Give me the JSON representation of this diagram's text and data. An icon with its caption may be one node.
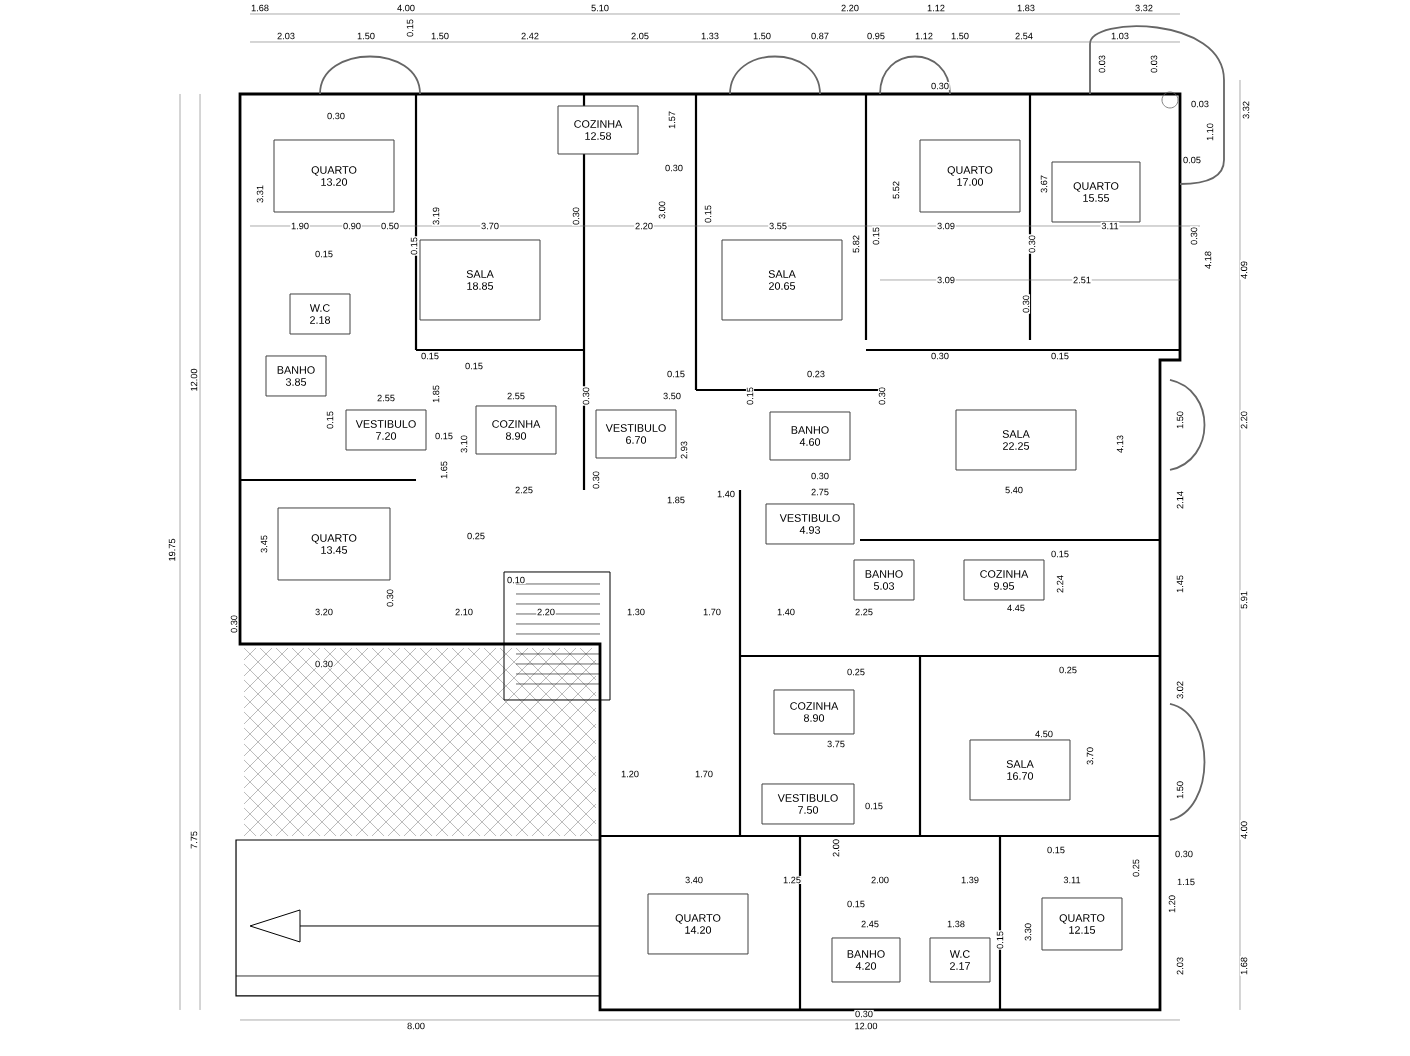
{
  "diagram": {
    "nodes": [
      {
        "text": [
          "QUARTO",
          "13.20"
        ]
      },
      {
        "text": [
          "W.C",
          "2.18"
        ]
      },
      {
        "text": [
          "BANHO",
          "3.85"
        ]
      },
      {
        "text": [
          "VESTIBULO",
          "7.20"
        ]
      },
      {
        "text": [
          "QUARTO",
          "13.45"
        ]
      },
      {
        "text": [
          "SALA",
          "18.85"
        ]
      },
      {
        "text": [
          "COZINHA",
          "8.90"
        ]
      },
      {
        "text": [
          "COZINHA",
          "12.58"
        ]
      },
      {
        "text": [
          "VESTIBULO",
          "6.70"
        ]
      },
      {
        "text": [
          "SALA",
          "20.65"
        ]
      },
      {
        "text": [
          "BANHO",
          "4.60"
        ]
      },
      {
        "text": [
          "QUARTO",
          "17.00"
        ]
      },
      {
        "text": [
          "QUARTO",
          "15.55"
        ]
      },
      {
        "text": [
          "SALA",
          "22.25"
        ]
      },
      {
        "text": [
          "VESTIBULO",
          "4.93"
        ]
      },
      {
        "text": [
          "BANHO",
          "5.03"
        ]
      },
      {
        "text": [
          "COZINHA",
          "9.95"
        ]
      },
      {
        "text": [
          "COZINHA",
          "8.90"
        ]
      },
      {
        "text": [
          "SALA",
          "16.70"
        ]
      },
      {
        "text": [
          "VESTIBULO",
          "7.50"
        ]
      },
      {
        "text": [
          "QUARTO",
          "14.20"
        ]
      },
      {
        "text": [
          "BANHO",
          "4.20"
        ]
      },
      {
        "text": [
          "W.C",
          "2.17"
        ]
      },
      {
        "text": [
          "QUARTO",
          "12.15"
        ]
      }
    ],
    "labels": [
      "1.68",
      "4.00",
      "5.10",
      "2.20",
      "1.12",
      "1.83",
      "3.32",
      "2.03",
      "1.50",
      "0.15",
      "1.50",
      "2.42",
      "2.05",
      "1.33",
      "1.50",
      "0.87",
      "0.95",
      "1.12",
      "1.50",
      "2.54",
      "1.03",
      "0.03",
      "0.03",
      "3.32",
      "0.30",
      "1.57",
      "0.30",
      "0.03",
      "1.10",
      "0.05",
      "0.30",
      "3.31",
      "5.52",
      "3.67",
      "3.19",
      "0.30",
      "3.00",
      "0.15",
      "0.15",
      "0.30",
      "0.30",
      "1.90",
      "0.90",
      "0.50",
      "3.70",
      "2.20",
      "3.55",
      "3.09",
      "3.11",
      "0.15",
      "0.15",
      "5.82",
      "4.18",
      "4.09",
      "0.30",
      "3.09",
      "2.51",
      "12.00",
      "0.15",
      "0.15",
      "0.15",
      "0.23",
      "0.30",
      "0.15",
      "1.85",
      "0.30",
      "0.15",
      "0.30",
      "2.55",
      "2.55",
      "3.50",
      "0.15",
      "1.50",
      "2.20",
      "0.15",
      "3.10",
      "2.93",
      "4.13",
      "1.65",
      "0.30",
      "0.30",
      "2.25",
      "5.40",
      "1.85",
      "1.40",
      "2.75",
      "2.14",
      "0.25",
      "19.75",
      "3.45",
      "0.15",
      "0.10",
      "2.24",
      "1.45",
      "5.91",
      "4.45",
      "3.20",
      "2.10",
      "2.20",
      "1.30",
      "1.70",
      "1.40",
      "2.25",
      "0.30",
      "0.30",
      "0.30",
      "0.25",
      "0.25",
      "3.02",
      "3.75",
      "4.50",
      "3.70",
      "1.20",
      "1.70",
      "1.50",
      "0.15",
      "4.00",
      "7.75",
      "2.00",
      "0.15",
      "0.30",
      "0.25",
      "3.40",
      "1.25",
      "2.00",
      "1.39",
      "3.11",
      "1.15",
      "1.20",
      "0.15",
      "2.45",
      "1.38",
      "0.15",
      "3.30",
      "2.03",
      "1.68",
      "0.30",
      "8.00",
      "12.00"
    ]
  }
}
